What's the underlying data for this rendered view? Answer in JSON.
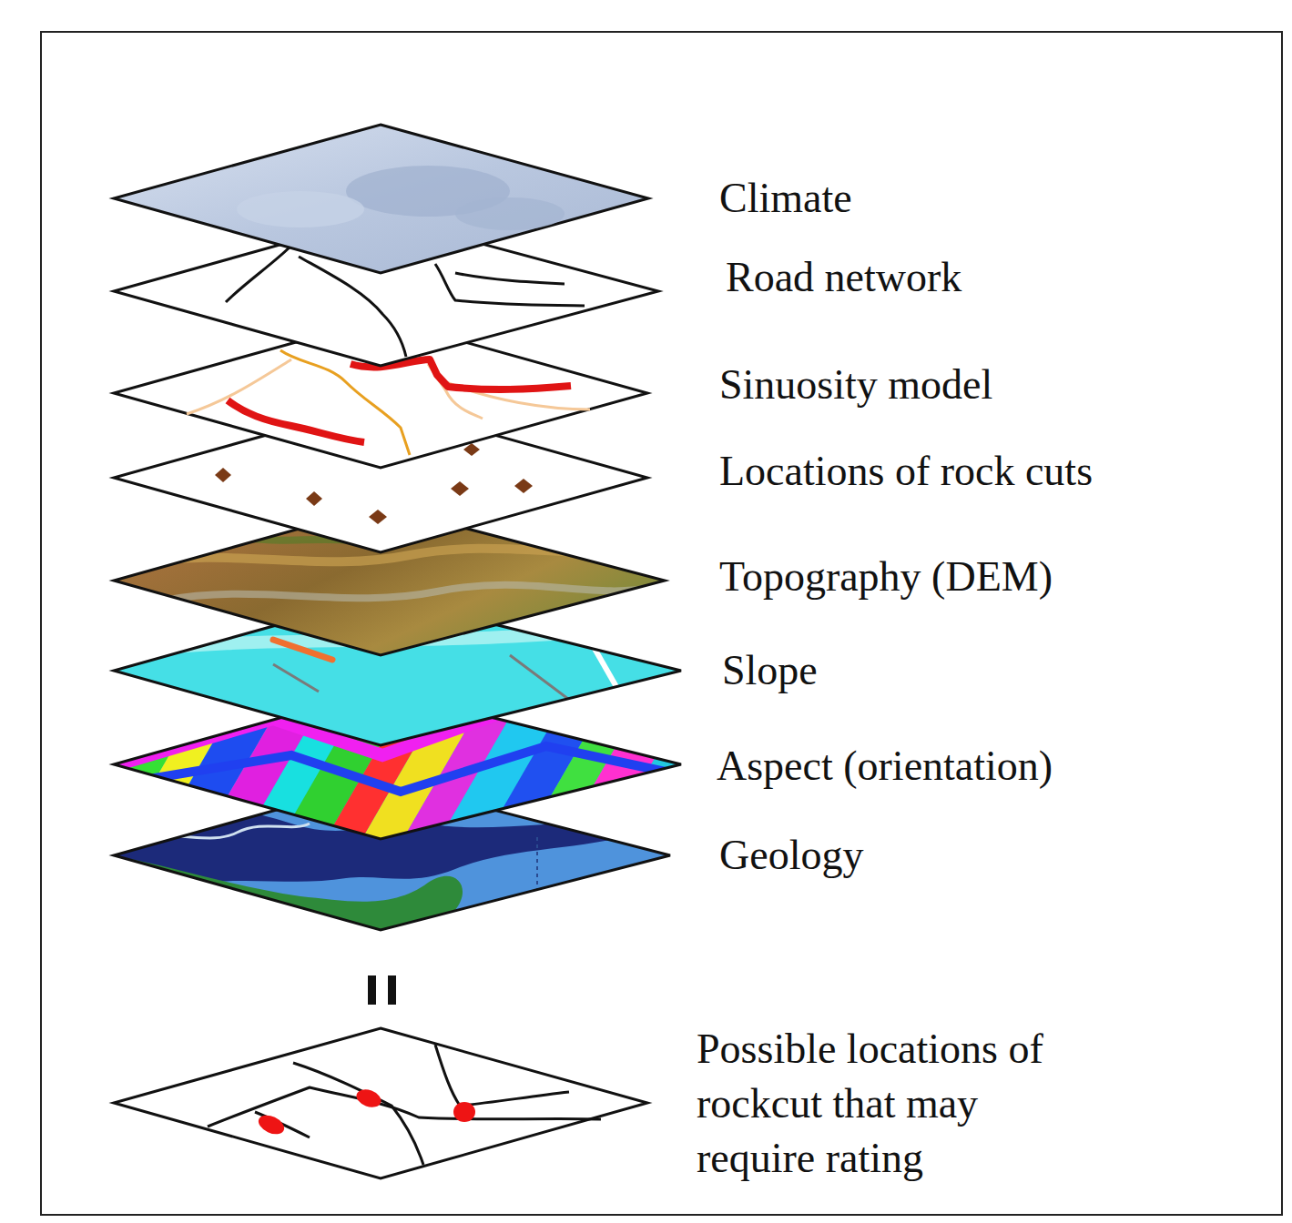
{
  "diagram": {
    "labels": [
      "Climate",
      "Road network",
      "Sinuosity model",
      "Locations of rock cuts",
      "Topography (DEM)",
      "Slope",
      "Aspect (orientation)",
      "Geology",
      "Possible locations of rockcut that may require rating"
    ]
  }
}
